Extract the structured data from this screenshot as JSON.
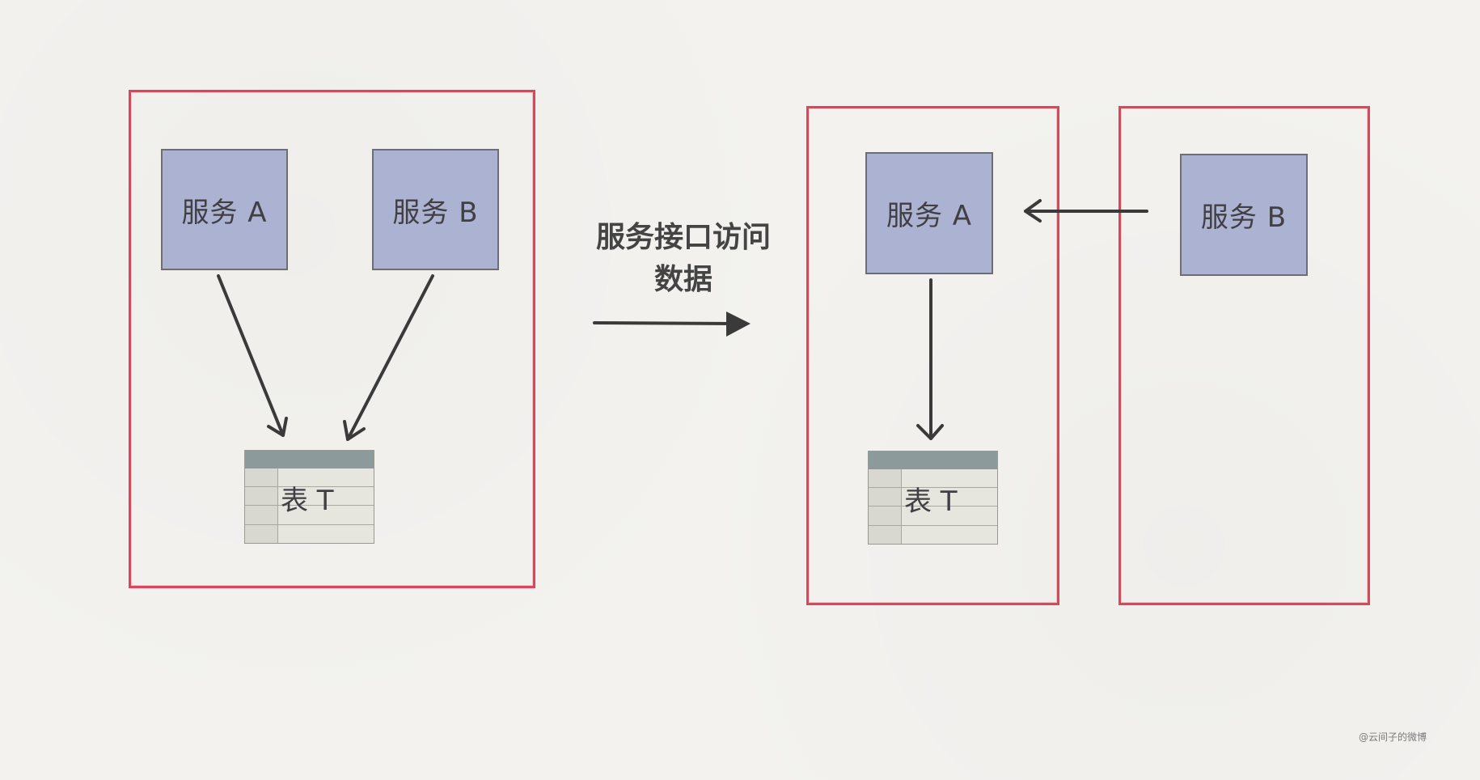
{
  "left_group": {
    "service_a_label": "服务 A",
    "service_b_label": "服务 B",
    "table_label": "表 T"
  },
  "transition": {
    "caption_line1": "服务接口访问",
    "caption_line2": "数据"
  },
  "right_group": {
    "service_a_label": "服务 A",
    "service_b_label": "服务 B",
    "table_label": "表 T"
  },
  "watermark": "@云间子的微博",
  "colors": {
    "frame": "#e0435a",
    "service_fill": "#acb2d1",
    "table_header": "#8d9a9c",
    "arrow": "#3a3a3a"
  }
}
